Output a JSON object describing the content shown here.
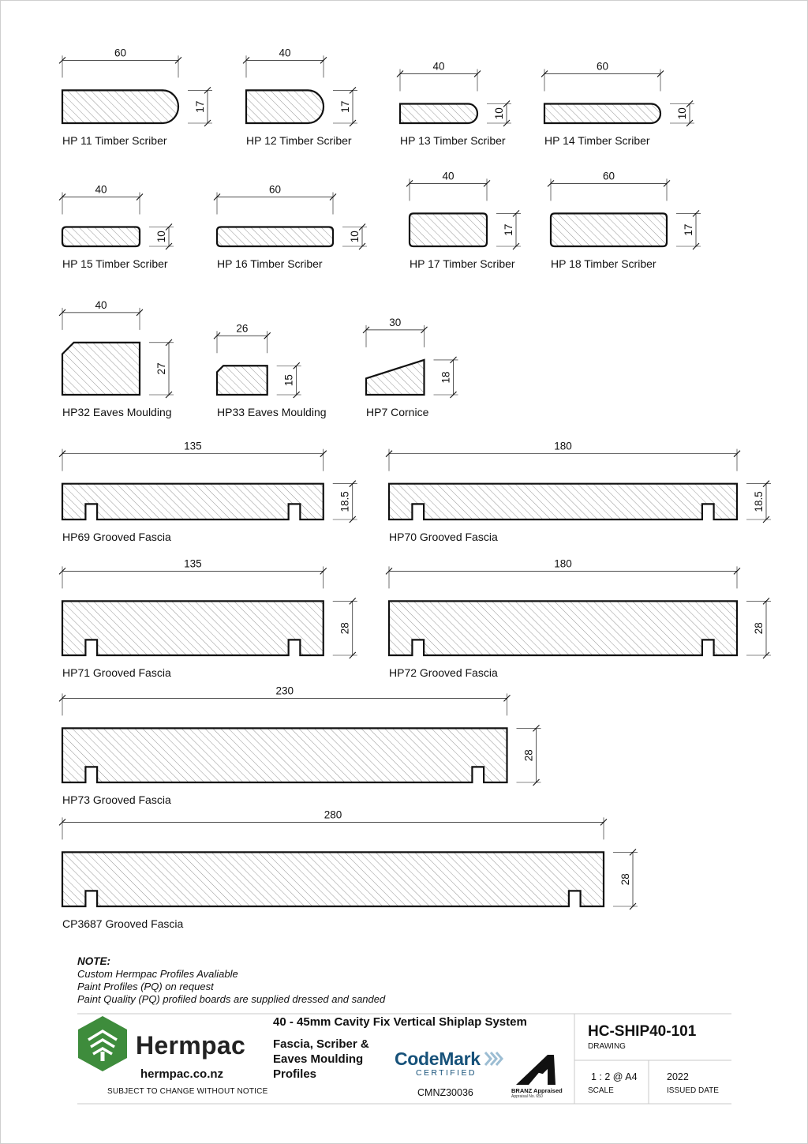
{
  "units": "mm",
  "profiles": [
    {
      "name": "HP 11 Timber Scriber",
      "width": 60,
      "thickness": 17,
      "shape": "scriber-round-end"
    },
    {
      "name": "HP 12 Timber Scriber",
      "width": 40,
      "thickness": 17,
      "shape": "scriber-round-end"
    },
    {
      "name": "HP 13 Timber Scriber",
      "width": 40,
      "thickness": 10,
      "shape": "scriber-round-end"
    },
    {
      "name": "HP 14 Timber Scriber",
      "width": 60,
      "thickness": 10,
      "shape": "scriber-round-end"
    },
    {
      "name": "HP 15 Timber Scriber",
      "width": 40,
      "thickness": 10,
      "shape": "scriber-rounded-corners"
    },
    {
      "name": "HP 16 Timber Scriber",
      "width": 60,
      "thickness": 10,
      "shape": "scriber-rounded-corners"
    },
    {
      "name": "HP 17 Timber Scriber",
      "width": 40,
      "thickness": 17,
      "shape": "scriber-rounded-corners"
    },
    {
      "name": "HP 18 Timber Scriber",
      "width": 60,
      "thickness": 17,
      "shape": "scriber-rounded-corners"
    },
    {
      "name": "HP32 Eaves Moulding",
      "width": 40,
      "thickness": 27,
      "shape": "chamfer-top-left"
    },
    {
      "name": "HP33 Eaves Moulding",
      "width": 26,
      "thickness": 15,
      "shape": "chamfer-top-left"
    },
    {
      "name": "HP7 Cornice",
      "width": 30,
      "thickness": 18,
      "shape": "wedge"
    },
    {
      "name": "HP69 Grooved Fascia",
      "width": 135,
      "thickness": "18.5",
      "shape": "grooved"
    },
    {
      "name": "HP70 Grooved Fascia",
      "width": 180,
      "thickness": "18.5",
      "shape": "grooved"
    },
    {
      "name": "HP71 Grooved Fascia",
      "width": 135,
      "thickness": 28,
      "shape": "grooved"
    },
    {
      "name": "HP72 Grooved Fascia",
      "width": 180,
      "thickness": 28,
      "shape": "grooved"
    },
    {
      "name": "HP73 Grooved Fascia",
      "width": 230,
      "thickness": 28,
      "shape": "grooved"
    },
    {
      "name": "CP3687 Grooved Fascia",
      "width": 280,
      "thickness": 28,
      "shape": "grooved"
    }
  ],
  "notes": {
    "title": "NOTE:",
    "lines": [
      "Custom Hermpac Profiles Avaliable",
      "Paint Profiles (PQ) on request",
      "Paint Quality (PQ) profiled boards are supplied dressed and sanded"
    ]
  },
  "title_block": {
    "company": "Hermpac",
    "website": "hermpac.co.nz",
    "disclaimer": "SUBJECT TO CHANGE WITHOUT NOTICE",
    "system_title": "40 - 45mm Cavity Fix Vertical Shiplap System",
    "sheet_title_lines": [
      "Fascia, Scriber &",
      "Eaves Moulding",
      "Profiles"
    ],
    "codemark_brand": "CodeMark",
    "codemark_sub": "CERTIFIED",
    "codemark_number": "CMNZ30036",
    "branz_label": "BRANZ Appraised",
    "branz_sub": "Appraisal No. 650",
    "drawing_number": "HC-SHIP40-101",
    "drawing_label": "DRAWING",
    "scale": "1 : 2 @ A4",
    "scale_label": "SCALE",
    "issued": "2022",
    "issued_label": "ISSUED DATE"
  },
  "colors": {
    "ink": "#111111",
    "border": "#c8c8c8",
    "brand_green": "#3e8c3c",
    "codemark_blue": "#17527a",
    "codemark_arrow": "#9cbdd3",
    "hatch": "#7a7a7a"
  },
  "icons": {
    "logo": "hermpac-house-leaf-logo",
    "codemark": "codemark-chevrons-logo",
    "branz": "branz-a-mark"
  }
}
